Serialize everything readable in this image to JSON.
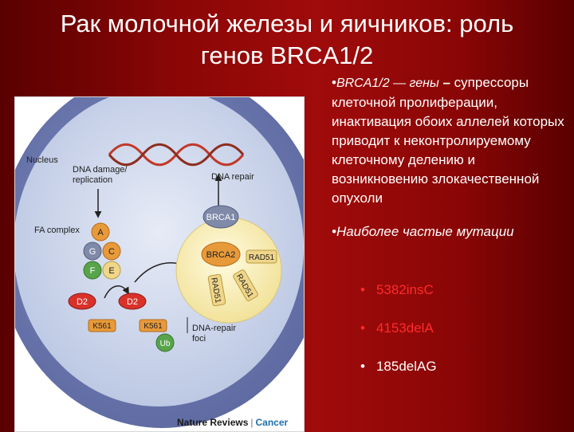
{
  "title": {
    "line1": "Рак молочной железы и яичников: роль",
    "line2": "генов BRCA1/2"
  },
  "text": {
    "lead_gene": "BRCA1/2",
    "lead_rest": " — гены",
    "lead_dash": " –",
    "paragraph": "супрессоры клеточной пролиферации, инактивация обоих аллелей которых приводит к неконтролируемому клеточному делению и возникновению злокачественной опухоли",
    "mutations_heading": "Наиболее частые мутации",
    "bullet": "•",
    "mutations": [
      {
        "name": "5382insC",
        "color": "#ff2a2a"
      },
      {
        "name": "4153delA",
        "color": "#ff2a2a"
      },
      {
        "name": "185delAG",
        "color": "#ffffff"
      }
    ]
  },
  "figure": {
    "nucleus": "Nucleus",
    "dna_damage_1": "DNA damage/",
    "dna_damage_2": "replication",
    "dna_repair": "DNA repair",
    "fa_complex": "FA complex",
    "fa_a": "A",
    "fa_g": "G",
    "fa_c": "C",
    "fa_f": "F",
    "fa_e": "E",
    "d2_left": "D2",
    "d2_right": "D2",
    "k561_left": "K561",
    "k561_right": "K561",
    "ub": "Ub",
    "brca1": "BRCA1",
    "brca2": "BRCA2",
    "rad51_a": "RAD51",
    "rad51_b": "RAD51",
    "rad51_c": "RAD51",
    "foci_1": "DNA-repair",
    "foci_2": "foci",
    "credit_journal": "Nature Reviews",
    "credit_sep": "|",
    "credit_section": "Cancer"
  },
  "colors": {
    "background": "#8a0606",
    "cell": "#c9d4ec",
    "nucleus": "#6f7cb0",
    "foci": "#f7ecb0",
    "orange": "#e89a3a",
    "red": "#d9322b",
    "green": "#58a44a",
    "blue_grey": "#7f8aa8"
  }
}
